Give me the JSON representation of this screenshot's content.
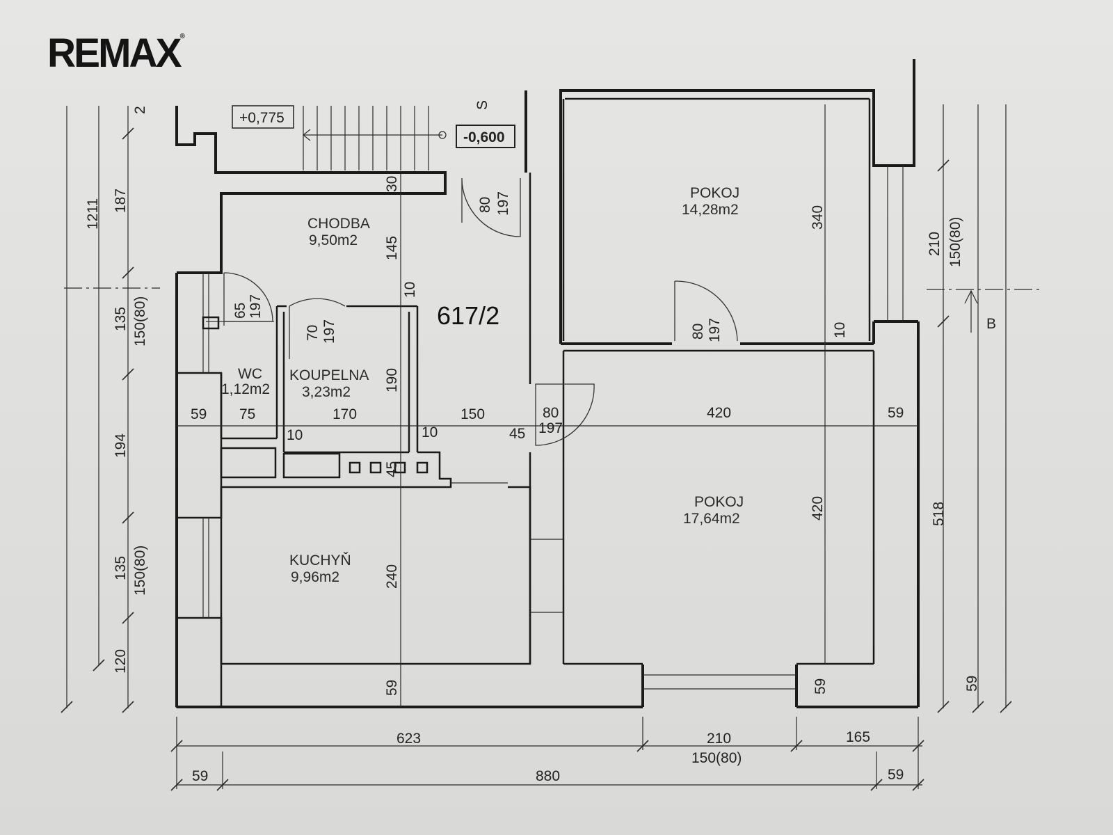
{
  "logo": "REMAX",
  "parcel": "617/2",
  "levels": {
    "upper": "+0,775",
    "lower": "-0,600",
    "stair_mark": "S"
  },
  "rooms": [
    {
      "name": "CHODBA",
      "area": "9,50m2"
    },
    {
      "name": "POKOJ",
      "area": "14,28m2"
    },
    {
      "name": "WC",
      "area": "1,12m2"
    },
    {
      "name": "KOUPELNA",
      "area": "3,23m2"
    },
    {
      "name": "KUCHYŇ",
      "area": "9,96m2"
    },
    {
      "name": "POKOJ",
      "area": "17,64m2"
    }
  ],
  "section_mark": "B",
  "dims": {
    "left_outer": "1211",
    "left_inner": [
      "2",
      "187",
      "135",
      "150(80)",
      "194",
      "135",
      "150(80)",
      "120"
    ],
    "right": [
      "210",
      "150(80)",
      "518",
      "59"
    ],
    "bottom_row1": [
      "623",
      "210",
      "165"
    ],
    "bottom_row1_sub": "150(80)",
    "bottom_row2": [
      "59",
      "880",
      "59"
    ],
    "middle_row": [
      "59",
      "75",
      "170",
      "150",
      "80",
      "420",
      "59"
    ],
    "middle_sub": [
      "10",
      "10",
      "45",
      "197"
    ],
    "vertical": [
      "30",
      "145",
      "10",
      "190",
      "45",
      "240",
      "59",
      "340",
      "10",
      "420",
      "59"
    ],
    "doors": [
      "80",
      "197",
      "65",
      "197",
      "70",
      "197",
      "80",
      "197"
    ]
  }
}
